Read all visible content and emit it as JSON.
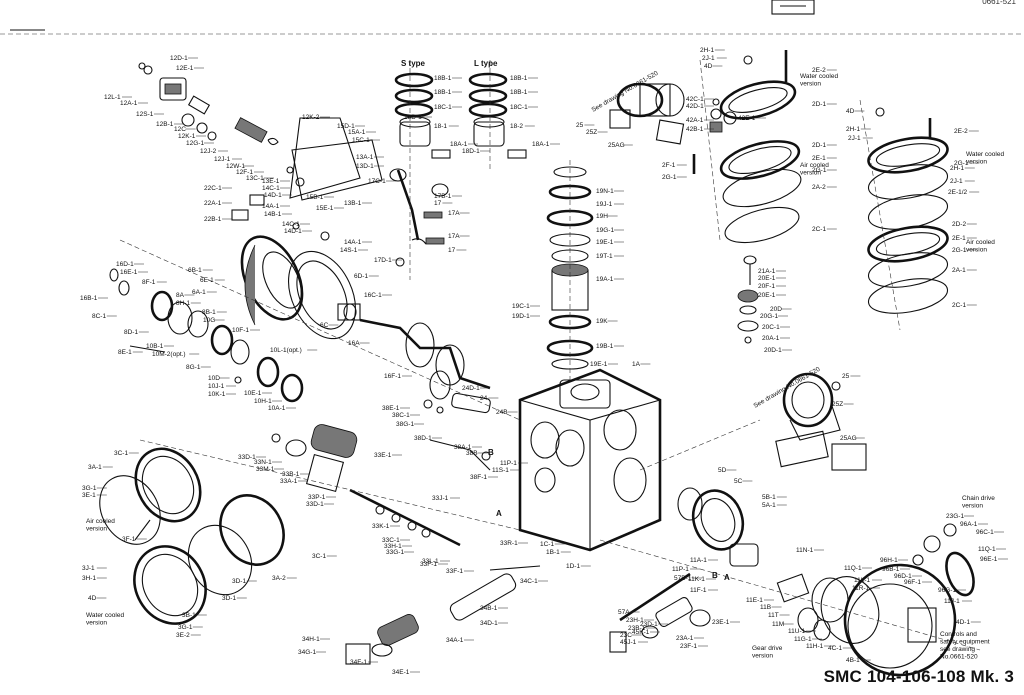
{
  "title": "SMC 104-106-108 Mk. 3",
  "corner_code": "0661-521",
  "headings": {
    "s_type": "S type",
    "l_type": "L type",
    "chain_drive": "Chain drive\nversion",
    "gear_drive": "Gear drive\nversion",
    "air_cooled": "Air cooled\nversion",
    "water_cooled": "Water cooled\nversion",
    "see_drawing_top": "See drawing No.0661-520",
    "see_drawing_mid": "See drawing No.0661-520",
    "controls": "Controls and\nsafety equipment\nsee drawing\nNo.0661-520",
    "water_cooled_small": "Water cooled\nversion",
    "air_cooled_small": "Air cooled\nversion",
    "water_cooled_right": "Water cooled\nversion",
    "air_cooled_right": "Air cooled\nversion"
  },
  "part_labels": [
    "12D-1",
    "12E-1",
    "12L-1",
    "12A-1",
    "12S-1",
    "12B-1",
    "12C",
    "12K-1",
    "12G-1",
    "12J-2",
    "12J-1",
    "12W-1",
    "12F-1",
    "13C-1",
    "12K-2",
    "15D-1",
    "15A-1",
    "15C-1",
    "13A-1",
    "13D-1",
    "13E-1",
    "14C-1",
    "14D-1",
    "15B-1",
    "15E-1",
    "14A-1",
    "14B-1",
    "13B-1",
    "14C-1",
    "14D-1",
    "14A-1",
    "14S-1",
    "22C-1",
    "22A-1",
    "22B-1",
    "16D-1",
    "16E-1",
    "8F-1",
    "16B-1",
    "8A",
    "8H-1",
    "8C-1",
    "8B-1",
    "10G",
    "10F-1",
    "8D-1",
    "10B-1",
    "8E-1",
    "10M-2(opt.)",
    "10L-1(opt.)",
    "8G-1",
    "10D",
    "10J-1",
    "10K-1",
    "10E-1",
    "10H-1",
    "10A-1",
    "6B-1",
    "6E-1",
    "6A-1",
    "6D-1",
    "6C",
    "16A",
    "16F-1",
    "16C-1",
    "18B-1",
    "18B-1",
    "18C-1",
    "18D-1",
    "18-1",
    "18A-1",
    "18D-1",
    "18B-1",
    "18B-1",
    "18C-1",
    "18-2",
    "18A-1",
    "17C-1",
    "17B-1",
    "17",
    "17A",
    "17A",
    "17",
    "17D-1",
    "19N-1",
    "19J-1",
    "19H",
    "19G-1",
    "19E-1",
    "19T-1",
    "19A-1",
    "19K",
    "19B-1",
    "19E-1",
    "19C-1",
    "19D-1",
    "1A",
    "24D-1",
    "24",
    "24B",
    "38E-1",
    "38C-1",
    "38G-1",
    "38D-1",
    "38A-1",
    "38B",
    "38F-1",
    "11P-1",
    "11S-1",
    "3C-1",
    "3A-1",
    "3G-1",
    "3E-1",
    "3F-1",
    "3J-1",
    "3H-1",
    "4D",
    "3B-1",
    "3D-1",
    "3D-1",
    "3E-2",
    "3G-1",
    "3A-2",
    "3C-1",
    "33D-1",
    "33N-1",
    "33M-1",
    "33B-1",
    "33A-1",
    "33E-1",
    "33P-1",
    "33D-1",
    "33J-1",
    "33K-1",
    "33C-1",
    "33H-1",
    "33G-1",
    "33L-1",
    "33F-1",
    "33F-1",
    "33R-1",
    "1C-1",
    "1B-1",
    "1D-1",
    "34C-1",
    "34B-1",
    "34D-1",
    "34A-1",
    "34H-1",
    "34G-1",
    "34F-1",
    "34E-1",
    "2H-1",
    "2J-1",
    "4D",
    "2E-2",
    "2D-1",
    "2D-1",
    "2E-1",
    "2G-1",
    "2A-2",
    "2C-1",
    "2F-1",
    "2G-1",
    "42C-1",
    "42D-1",
    "42A-1",
    "42B-1",
    "42E-1",
    "25",
    "25Z",
    "25AG",
    "21A-1",
    "20E-1",
    "20F-1",
    "20E-1",
    "20D",
    "20G-1",
    "20C-1",
    "20A-1",
    "20D-1",
    "4D",
    "2H-1",
    "2J-1",
    "2E-2",
    "2G-1",
    "2H-1",
    "2J-1",
    "2E-1/2",
    "2D-2",
    "2E-1",
    "2G-1",
    "2A-1",
    "2C-1",
    "25",
    "25Z",
    "25AG",
    "5D",
    "5C",
    "5B-1",
    "5A-1",
    "11N-1",
    "11A-1",
    "11K-1",
    "11F-1",
    "11E-1",
    "11B",
    "11T",
    "11M",
    "11U-1",
    "11G-1",
    "11H-1",
    "11L-1",
    "11R-1",
    "11Q-1",
    "11P-1",
    "57B-1",
    "57A",
    "23H-1",
    "23B-1",
    "23D-1",
    "23C",
    "45J-1",
    "45K-1",
    "23A-1",
    "23F-1",
    "23E-1",
    "23G-1",
    "96A-1",
    "96C-1",
    "11Q-1",
    "96E-1",
    "96H-1",
    "96B-1",
    "96D-1",
    "96F-1",
    "96G-1",
    "11J-1",
    "4D-1",
    "4C-1",
    "4B-1",
    "4A-1"
  ],
  "section_letters": [
    "A",
    "B",
    "B",
    "A"
  ]
}
